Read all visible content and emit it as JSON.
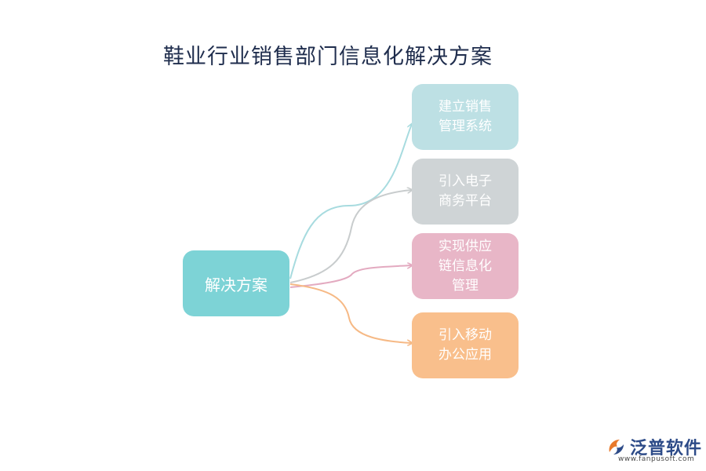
{
  "title": "鞋业行业销售部门信息化解决方案",
  "root": {
    "label": "解决方案",
    "color": "#7dd3d6"
  },
  "children": [
    {
      "label": "建立销售\n管理系统",
      "color": "#bde0e4",
      "link_color": "#a7dbdf"
    },
    {
      "label": "引入电子\n商务平台",
      "color": "#cfd4d6",
      "link_color": "#c8cccd"
    },
    {
      "label": "实现供应\n链信息化\n管理",
      "color": "#e8b6c7",
      "link_color": "#e3aac0"
    },
    {
      "label": "引入移动\n办公应用",
      "color": "#f9bf8c",
      "link_color": "#f6b985"
    }
  ],
  "logo": {
    "brand": "泛普软件",
    "url": "www.fanpusoft.com",
    "icon": "fanpu-logo-icon"
  }
}
